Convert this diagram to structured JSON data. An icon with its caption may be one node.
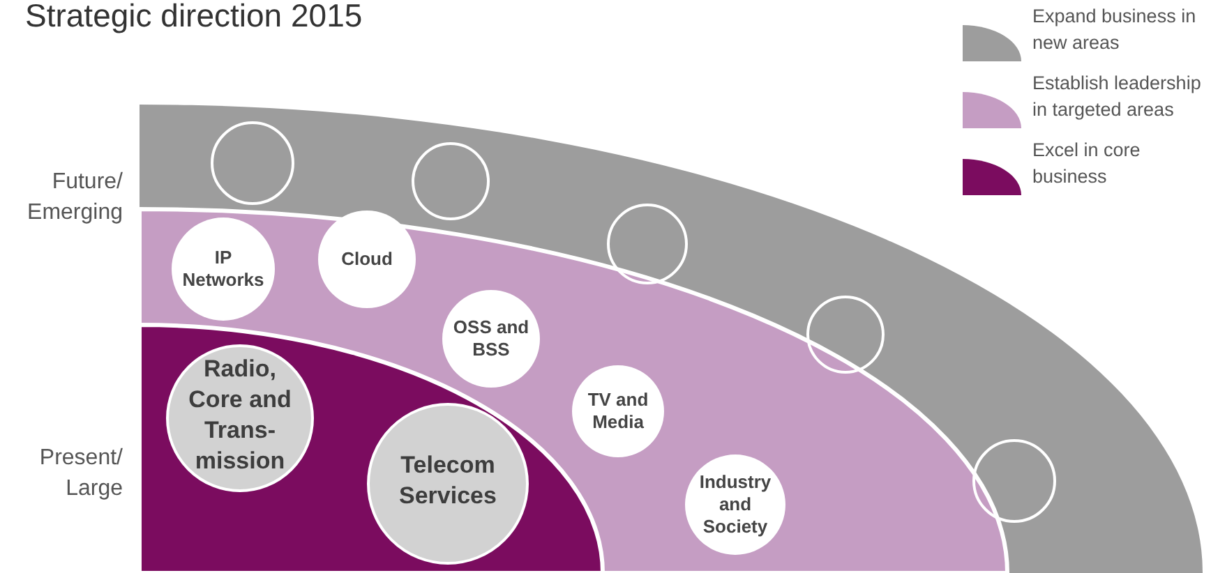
{
  "diagram": {
    "title": "Strategic direction 2015",
    "nodes": [
      {
        "text": [],
        "shape": "circle"
      },
      {
        "text": [],
        "shape": "circle"
      },
      {
        "text": [],
        "shape": "circle"
      },
      {
        "text": [],
        "shape": "circle"
      },
      {
        "text": [],
        "shape": "circle"
      },
      {
        "text": [
          "IP Networks"
        ]
      },
      {
        "text": [
          "Cloud"
        ]
      },
      {
        "text": [
          "OSS and BSS"
        ]
      },
      {
        "text": [
          "TV and Media"
        ]
      },
      {
        "text": [
          "Industry and Society"
        ]
      },
      {
        "text": [
          "Radio, Core and Trans- mission"
        ]
      },
      {
        "text": [
          "Telecom Services"
        ]
      }
    ],
    "labels": [
      "Future/ Emerging",
      "Present/ Large"
    ],
    "legend": [
      {
        "text": "Expand business in new areas",
        "color": "#9d9d9d"
      },
      {
        "text": "Establish leadership in targeted areas",
        "color": "#c59dc3"
      },
      {
        "text": "Excel in core business",
        "color": "#7b0c5f"
      }
    ]
  }
}
